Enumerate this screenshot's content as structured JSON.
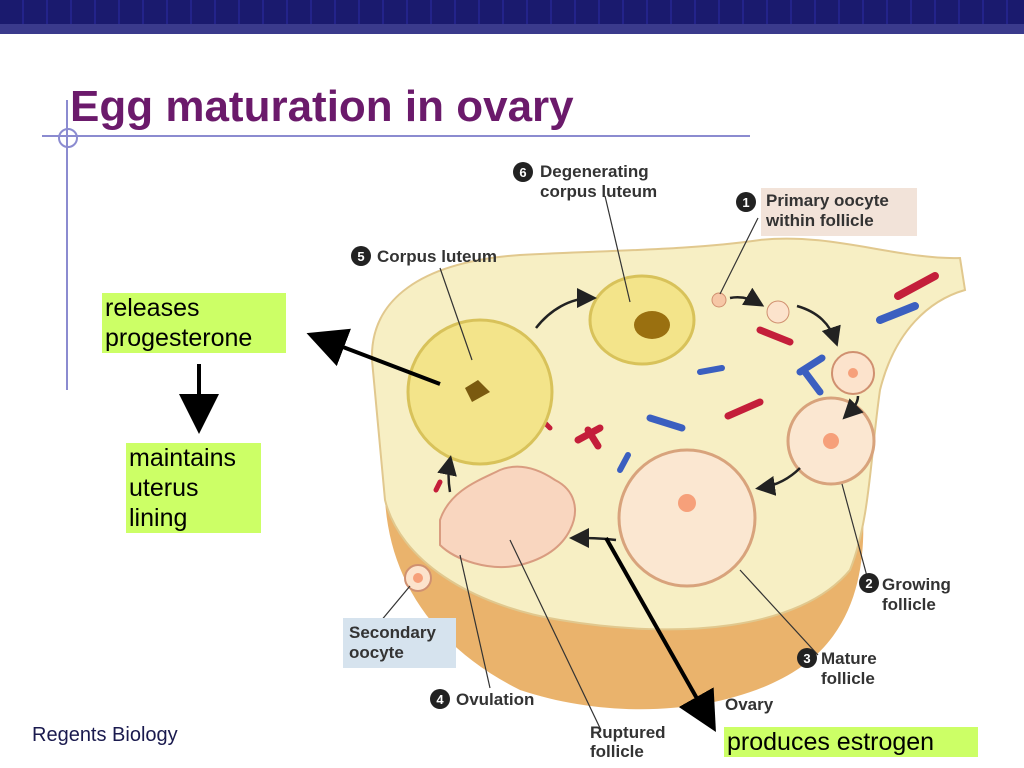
{
  "slide": {
    "title": "Egg maturation in ovary",
    "footer": "Regents Biology"
  },
  "annotations": {
    "progesterone": [
      "releases",
      "progesterone"
    ],
    "uterus": [
      "maintains",
      "uterus",
      "lining"
    ],
    "estrogen": "produces estrogen"
  },
  "diagram_labels": {
    "step1": {
      "num": "1",
      "lines": [
        "Primary oocyte",
        "within follicle"
      ]
    },
    "step2": {
      "num": "2",
      "lines": [
        "Growing",
        "follicle"
      ]
    },
    "step3": {
      "num": "3",
      "lines": [
        "Mature",
        "follicle"
      ]
    },
    "step4": {
      "num": "4",
      "lines": [
        "Ovulation"
      ]
    },
    "step5": {
      "num": "5",
      "lines": [
        "Corpus luteum"
      ]
    },
    "step6": {
      "num": "6",
      "lines": [
        "Degenerating",
        "corpus luteum"
      ]
    },
    "secondary": {
      "lines": [
        "Secondary",
        "oocyte"
      ]
    },
    "ruptured": {
      "lines": [
        "Ruptured",
        "follicle"
      ]
    },
    "ovary": {
      "lines": [
        "Ovary"
      ]
    }
  },
  "colors": {
    "title": "#6b1a6b",
    "box_fill": "#ccff66",
    "ovary": "#f7efc4",
    "ovary_edge": "#e8b46a",
    "luteum": "#f3e48a"
  }
}
